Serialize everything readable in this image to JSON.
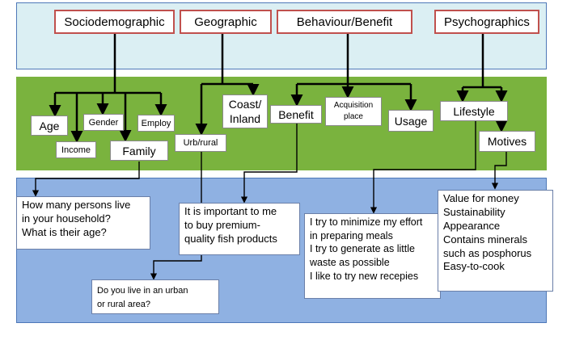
{
  "categories": {
    "sociodemographic": "Sociodemographic",
    "geographic": "Geographic",
    "behaviour_benefit": "Behaviour/Benefit",
    "psychographics": "Psychographics"
  },
  "subcategories": {
    "age": "Age",
    "income": "Income",
    "gender": "Gender",
    "family": "Family",
    "employ": "Employ",
    "urb_rural": "Urb/rural",
    "coast_inland": "Coast/\nInland",
    "benefit": "Benefit",
    "acquisition_place": "Acquisition\nplace",
    "usage": "Usage",
    "lifestyle": "Lifestyle",
    "motives": "Motives"
  },
  "questions": {
    "household": "How many persons live\nin your household?\nWhat is their age?",
    "urban_rural": "Do you live in an urban\nor rural area?",
    "premium": "It  is important to me\nto buy  premium-\nquality fish products",
    "effort": "I try to minimize my effort\n  in preparing meals\nI try to generate as little\n    waste as possible\nI like to try new recepies",
    "motives": "Value for  money\nSustainability\nAppearance\nContains minerals\n such as posphorus\nEasy-to-cook"
  }
}
